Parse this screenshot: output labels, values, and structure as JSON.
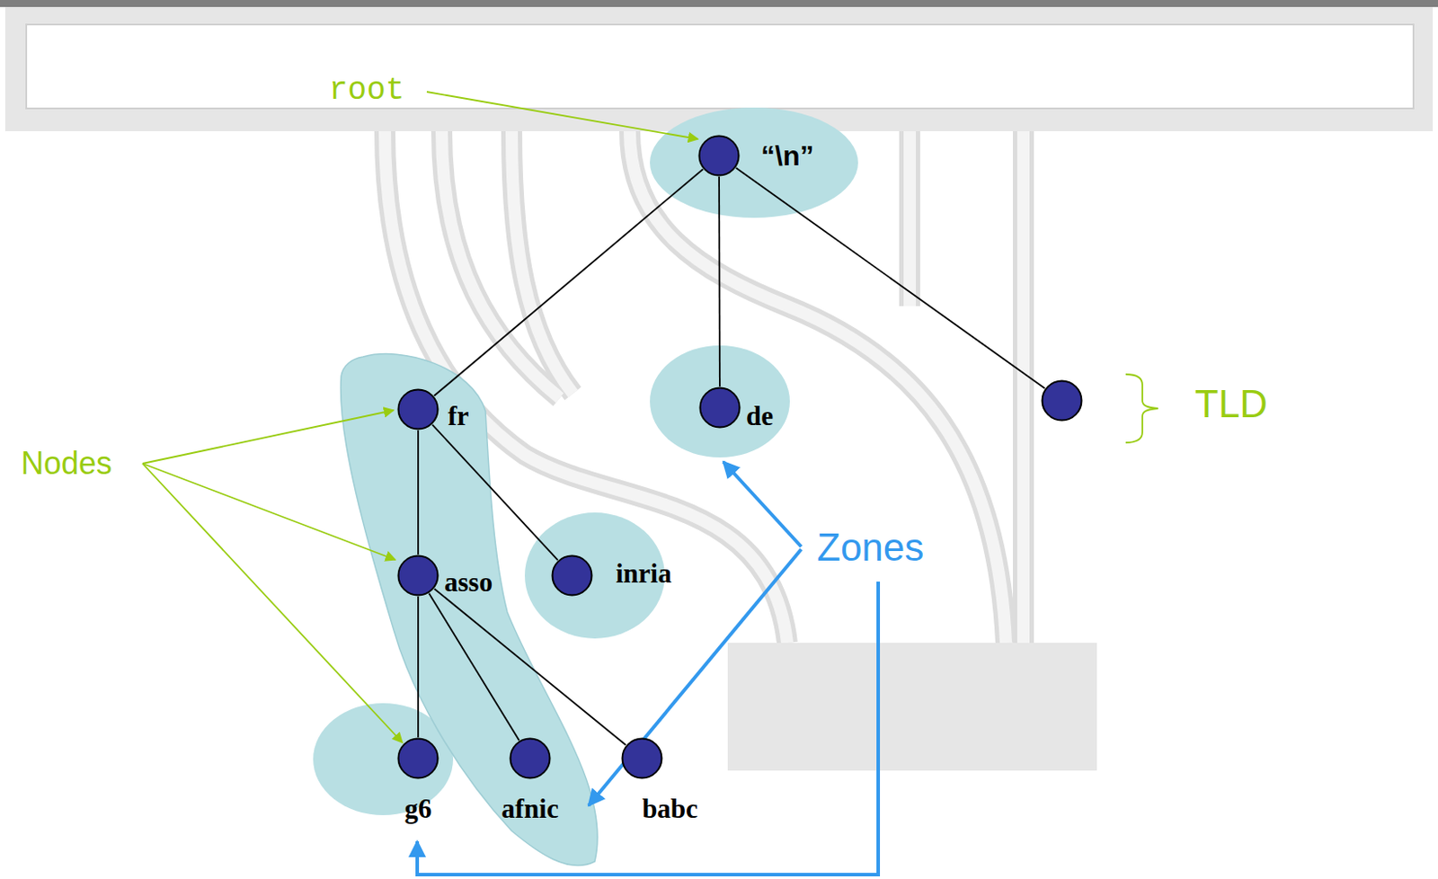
{
  "diagram": {
    "nodes": [
      {
        "text": [
          "“\\n”"
        ]
      },
      {
        "text": [
          "fr"
        ]
      },
      {
        "text": [
          "de"
        ]
      },
      {
        "text": []
      },
      {
        "text": [
          "asso"
        ]
      },
      {
        "text": [
          "inria"
        ]
      },
      {
        "text": [
          "g6"
        ]
      },
      {
        "text": [
          "afnic"
        ]
      },
      {
        "text": [
          "babc"
        ]
      }
    ],
    "edges": [
      {
        "from": 0,
        "to": 1,
        "arrow": "none"
      },
      {
        "from": 0,
        "to": 2,
        "arrow": "none"
      },
      {
        "from": 0,
        "to": 3,
        "arrow": "none"
      },
      {
        "from": 1,
        "to": 4,
        "arrow": "none"
      },
      {
        "from": 1,
        "to": 5,
        "arrow": "none"
      },
      {
        "from": 4,
        "to": 6,
        "arrow": "none"
      },
      {
        "from": 4,
        "to": 7,
        "arrow": "none"
      },
      {
        "from": 4,
        "to": 8,
        "arrow": "none"
      }
    ],
    "labels": [
      "root",
      "Nodes",
      "TLD",
      "Zones"
    ]
  }
}
